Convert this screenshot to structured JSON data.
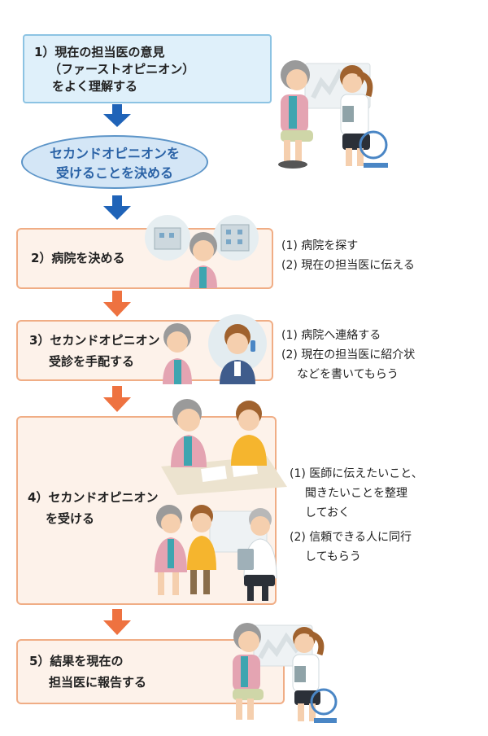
{
  "steps": {
    "step1": {
      "line1": "1）現在の担当医の意見",
      "line2": "（ファーストオピニオン）",
      "line3": "をよく理解する"
    },
    "decision": {
      "line1": "セカンドオピニオンを",
      "line2": "受けることを決める"
    },
    "step2": {
      "title": "2）病院を決める",
      "notes": [
        "(1) 病院を探す",
        "(2) 現在の担当医に伝える"
      ]
    },
    "step3": {
      "title_line1": "3）セカンドオピニオン",
      "title_line2": "受診を手配する",
      "notes": [
        "(1) 病院へ連絡する",
        "(2) 現在の担当医に紹介状"
      ],
      "note_cont": "などを書いてもらう"
    },
    "step4": {
      "title_line1": "4）セカンドオピニオン",
      "title_line2": "を受ける",
      "notes": [
        "(1) 医師に伝えたいこと、",
        "(2) 信頼できる人に同行"
      ],
      "note1_cont": [
        "聞きたいことを整理",
        "しておく"
      ],
      "note2_cont": "してもらう"
    },
    "step5": {
      "title_line1": "5）結果を現在の",
      "title_line2": "担当医に報告する"
    }
  },
  "colors": {
    "blue_arrow": "#1f63b8",
    "orange_arrow": "#ee7240",
    "blue_box": "#dff0fa",
    "orange_box": "#fdf2ea"
  },
  "icons": [
    "arrow-down-icon",
    "patient-illustration",
    "doctor-illustration",
    "hospital-illustration",
    "phone-illustration"
  ]
}
